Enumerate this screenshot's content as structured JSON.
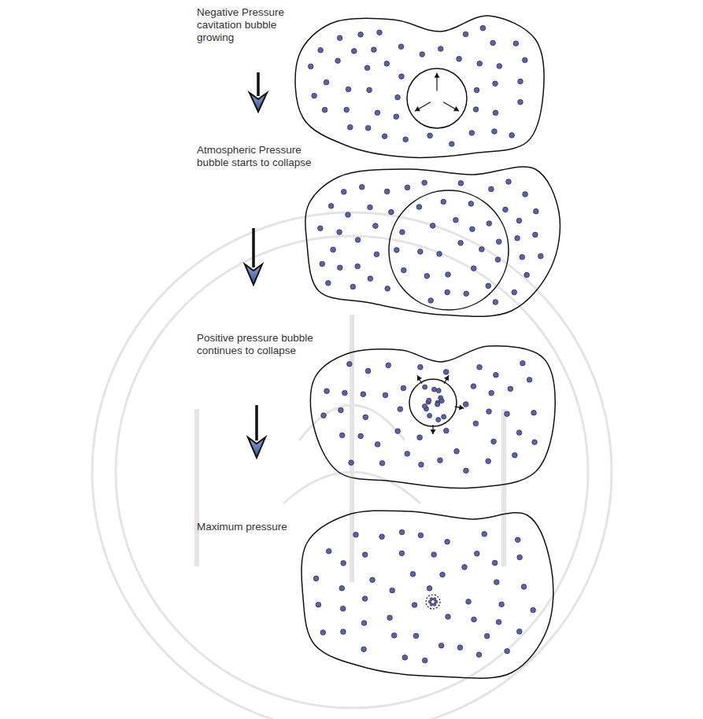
{
  "diagram": {
    "labels": [
      "Negative Pressure cavitation bubble growing",
      "Atmospheric Pressure bubble starts to collapse",
      "Positive pressure bubble continues to collapse",
      "Maximum pressure"
    ]
  }
}
